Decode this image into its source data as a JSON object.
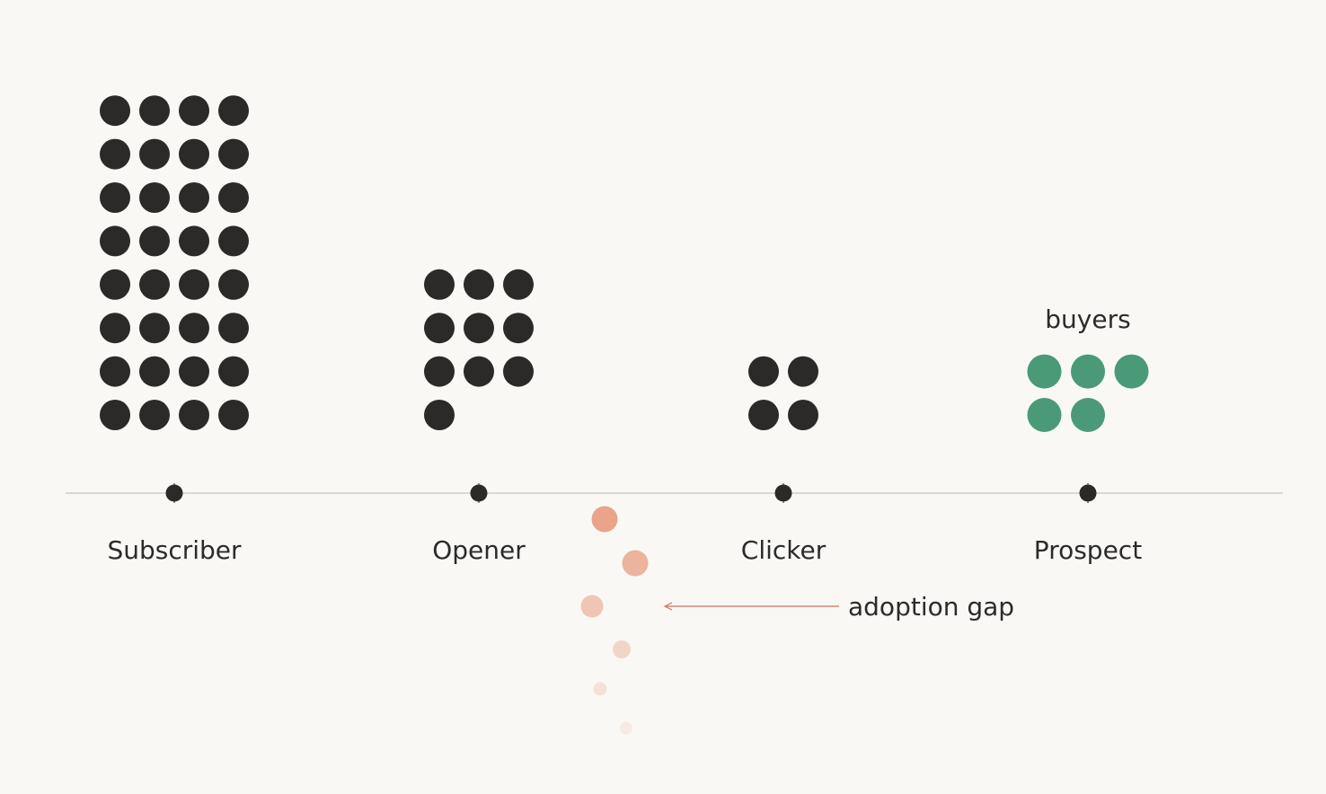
{
  "colors": {
    "background": "#f9f8f5",
    "dot": "#2b2a28",
    "buyer_dot": "#4a9a78",
    "gap_dot": "#e9a48a",
    "axis": "#cfcdc8",
    "arrow": "#d0705a",
    "text": "#2b2b2b"
  },
  "stages": [
    {
      "label": "Subscriber",
      "count": 32,
      "columns": 4,
      "dot_color": "dot"
    },
    {
      "label": "Opener",
      "count": 10,
      "columns": 3,
      "dot_color": "dot"
    },
    {
      "label": "Clicker",
      "count": 4,
      "columns": 2,
      "dot_color": "dot"
    },
    {
      "label": "Prospect",
      "count": 5,
      "columns": 3,
      "dot_color": "buyer_dot",
      "group_label": "buyers"
    }
  ],
  "gap": {
    "label": "adoption gap",
    "dot_count": 6
  }
}
